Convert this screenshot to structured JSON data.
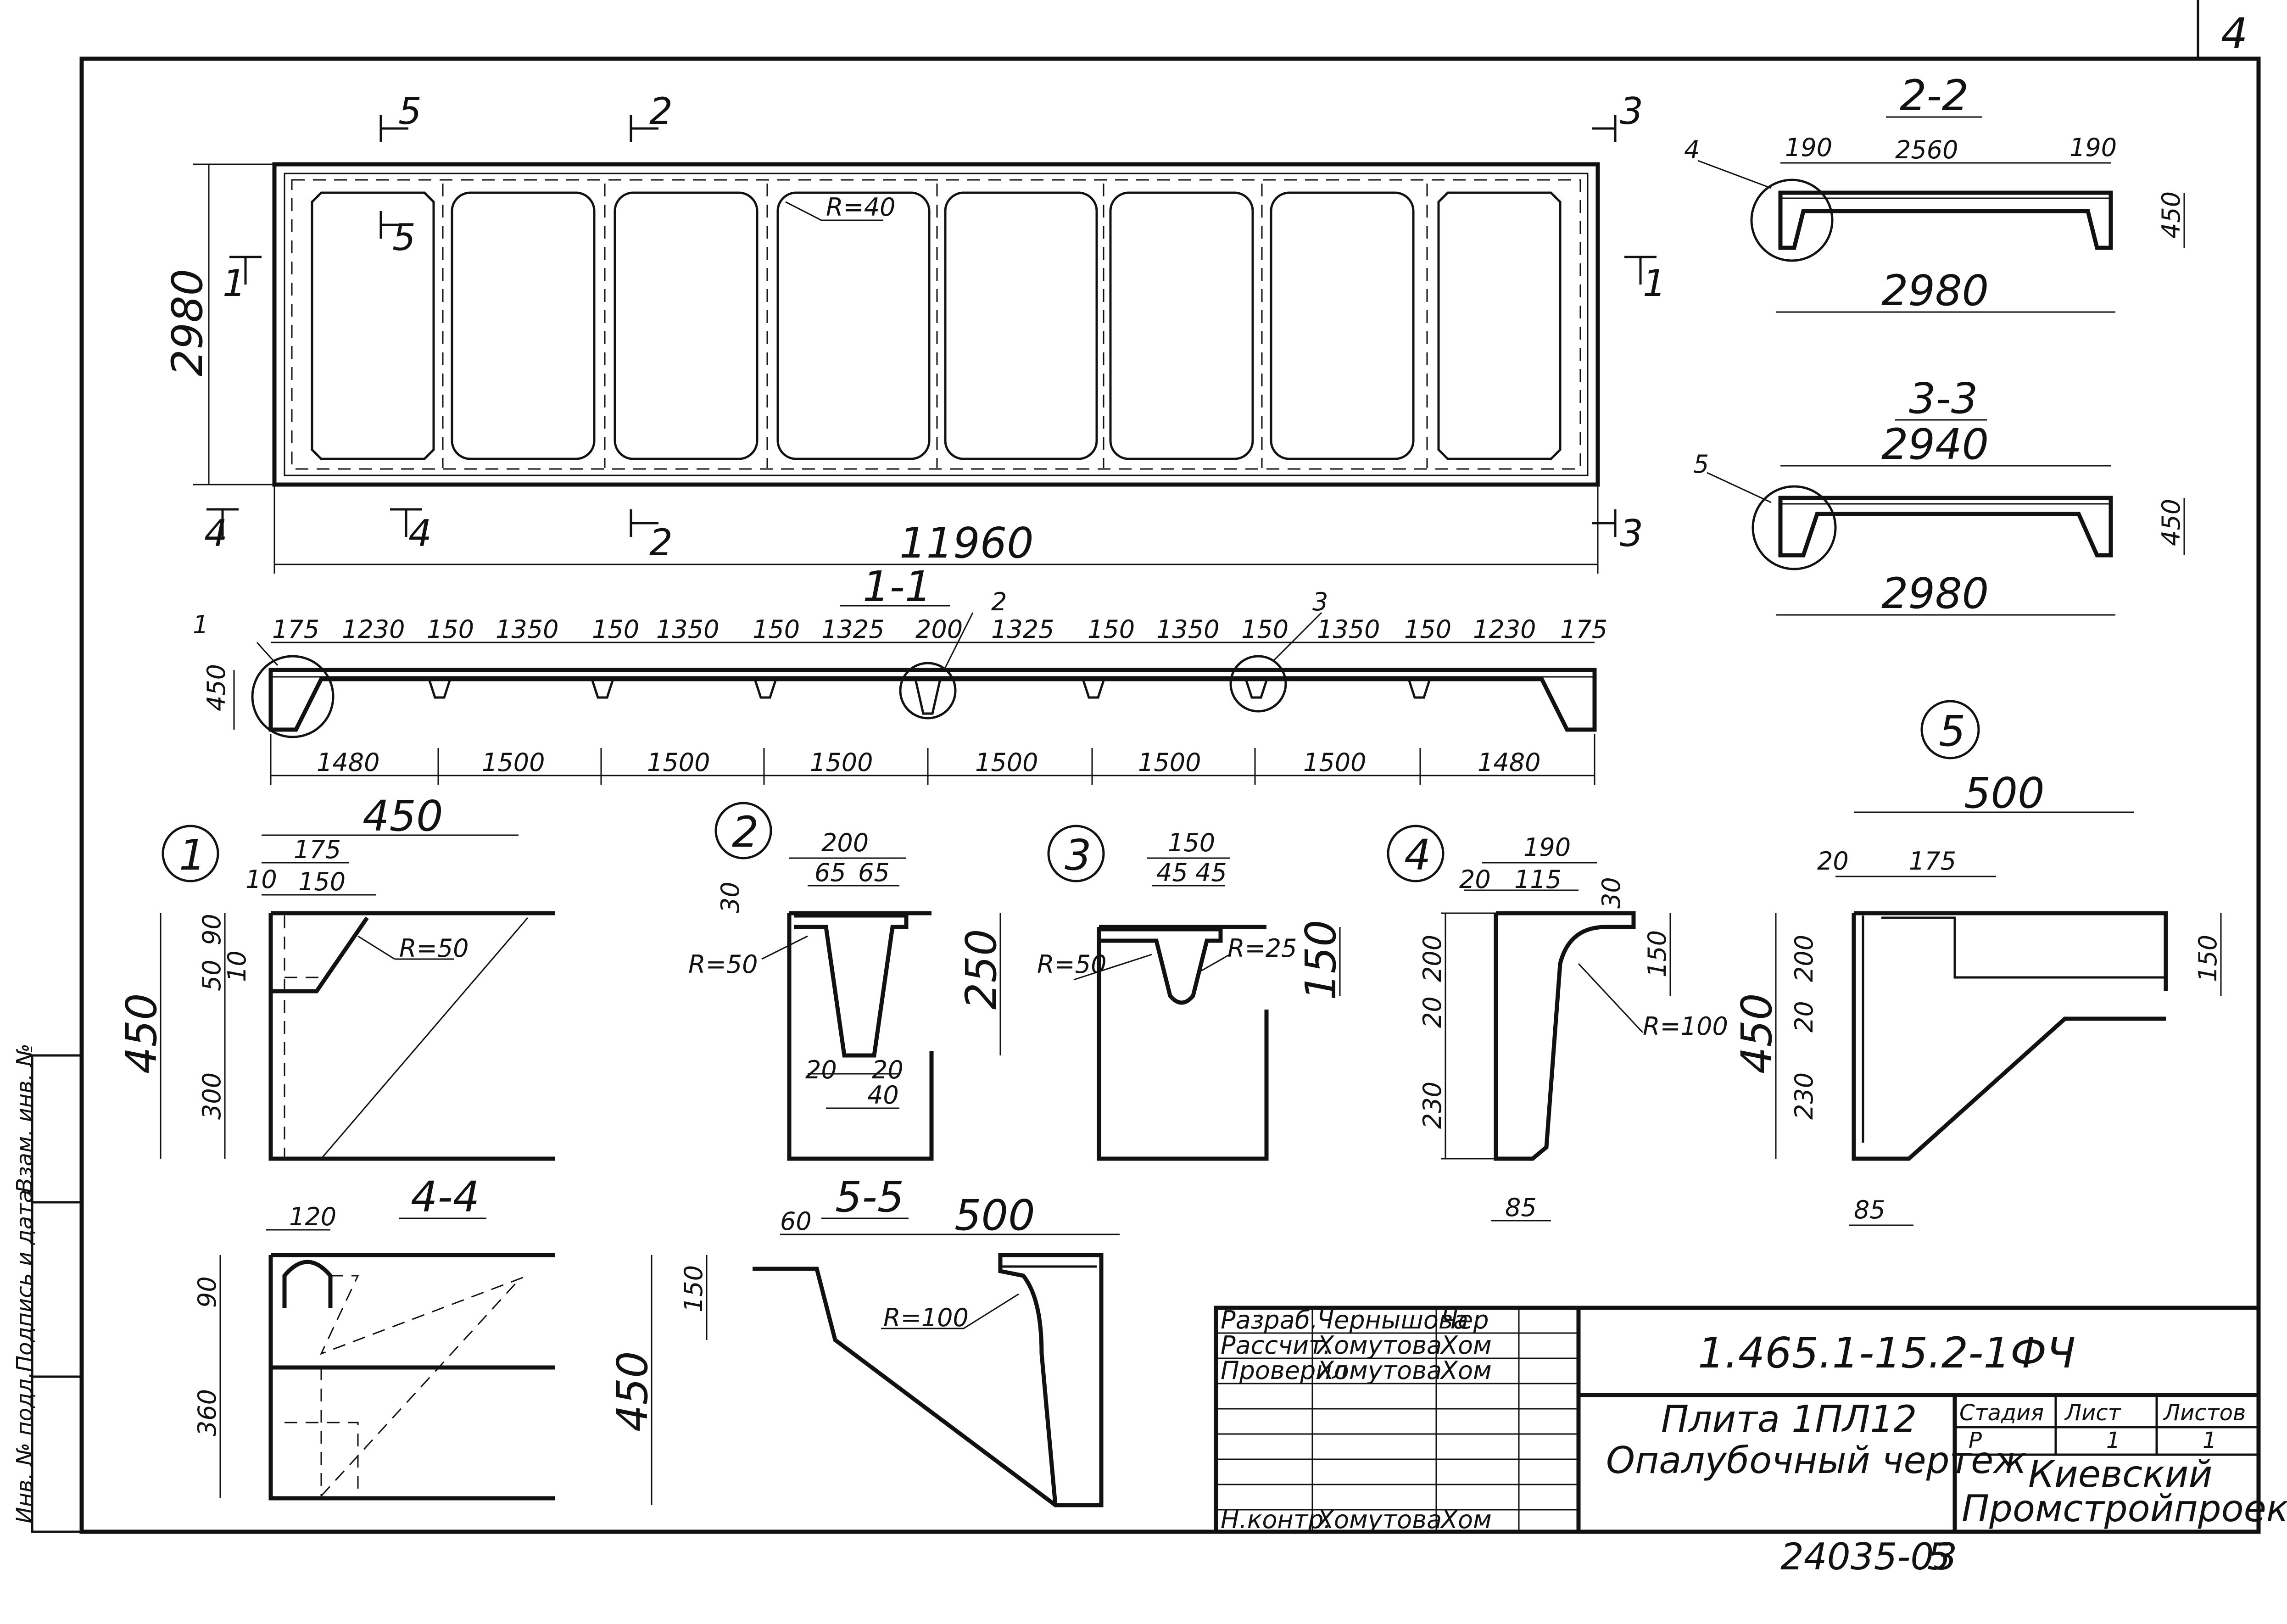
{
  "page": {
    "sheet_number": "4",
    "doc_number": "1.465.1-15.2-1ФЧ",
    "bottom_code": "24035-03",
    "bottom_page": "5"
  },
  "plan": {
    "total_length": "11960",
    "width": "2980",
    "radius_label": "R=40",
    "cut_marks": {
      "top_5": "5",
      "top_2": "2",
      "top_3": "3",
      "mid_5": "5",
      "left_1": "1",
      "right_1": "1",
      "left_4": "4",
      "bot_4": "4",
      "bot_2": "2",
      "bot_3": "3"
    }
  },
  "section_1_1": {
    "title": "1-1",
    "height": "450",
    "top_dims": [
      "175",
      "1230",
      "150",
      "1350",
      "150",
      "1350",
      "150",
      "1325",
      "200",
      "1325",
      "150",
      "1350",
      "150",
      "1350",
      "150",
      "1230",
      "175"
    ],
    "bottom_dims": [
      "1480",
      "1500",
      "1500",
      "1500",
      "1500",
      "1500",
      "1500",
      "1480"
    ],
    "callouts": [
      "1",
      "2",
      "3"
    ]
  },
  "section_2_2": {
    "title": "2-2",
    "callout": "4",
    "d190a": "190",
    "d2560": "2560",
    "d190b": "190",
    "height": "450",
    "total": "2980"
  },
  "section_3_3": {
    "title": "3-3",
    "callout": "5",
    "top": "2940",
    "height": "450",
    "total": "2980"
  },
  "detail_1": {
    "num": "1",
    "d450": "450",
    "d175": "175",
    "d10": "10",
    "d150": "150",
    "d90": "90",
    "d50": "50",
    "d10b": "10",
    "d300": "300",
    "h450": "450",
    "radius": "R=50"
  },
  "detail_2": {
    "num": "2",
    "d200": "200",
    "d65a": "65",
    "d65b": "65",
    "d30": "30",
    "radius": "R=50",
    "d250": "250",
    "d20a": "20",
    "d20b": "20",
    "d40": "40"
  },
  "detail_3": {
    "num": "3",
    "d150": "150",
    "d45a": "45",
    "d45b": "45",
    "radius_a": "R=50",
    "radius_b": "R=25",
    "d150v": "150"
  },
  "detail_4": {
    "num": "4",
    "d190": "190",
    "d20": "20",
    "d115": "115",
    "d30": "30",
    "d200": "200",
    "d150": "150",
    "d20v": "20",
    "d230": "230",
    "radius": "R=100",
    "d85": "85"
  },
  "detail_5": {
    "num": "5",
    "d500": "500",
    "d20": "20",
    "d175": "175",
    "h450": "450",
    "d200": "200",
    "d20v": "20",
    "d230": "230",
    "d150": "150",
    "d85": "85"
  },
  "section_4_4": {
    "title": "4-4",
    "d120": "120",
    "d90": "90",
    "d360": "360"
  },
  "section_5_5": {
    "title": "5-5",
    "d60": "60",
    "d500": "500",
    "d150": "150",
    "h450": "450",
    "radius": "R=100"
  },
  "title_block": {
    "rows": [
      {
        "role": "Разраб.",
        "name": "Чернышова",
        "sig": "Чер"
      },
      {
        "role": "Рассчит.",
        "name": "Хомутова",
        "sig": "Хом"
      },
      {
        "role": "Проверил",
        "name": "Хомутова",
        "sig": "Хом"
      },
      {
        "role": "Н.контр.",
        "name": "Хомутова",
        "sig": "Хом"
      }
    ],
    "product": "Плита 1ПЛ12",
    "drawing_type": "Опалубочный чертеж",
    "stage_label": "Стадия",
    "sheet_label": "Лист",
    "sheets_label": "Листов",
    "stage": "Р",
    "sheet": "1",
    "sheets": "1",
    "org_line1": "Киевский",
    "org_line2": "Промстройпроект"
  },
  "side_stamp": {
    "l1": "Инв. № подл.",
    "l2": "Подпись и дата",
    "l3": "Взам. инв. №"
  }
}
